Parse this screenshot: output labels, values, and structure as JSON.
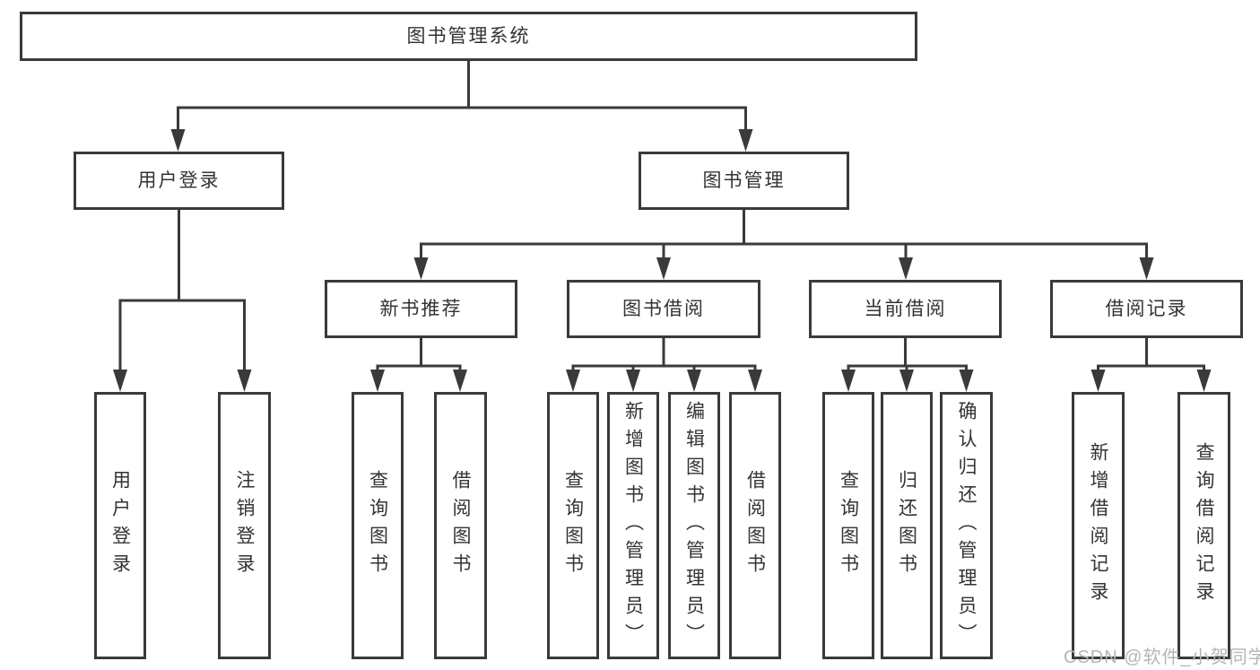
{
  "diagram": {
    "root_label": "图书管理系统",
    "level2": [
      "用户登录",
      "图书管理"
    ],
    "level3": [
      "新书推荐",
      "图书借阅",
      "当前借阅",
      "借阅记录"
    ],
    "leaves": {
      "user_login": [
        "用户登录",
        "注销登录"
      ],
      "new_book_recommend": [
        "查询图书",
        "借阅图书"
      ],
      "book_borrow": [
        "查询图书",
        "新增图书（管理员）",
        "编辑图书（管理员）",
        "借阅图书"
      ],
      "current_borrow": [
        "查询图书",
        "归还图书",
        "确认归还（管理员）"
      ],
      "borrow_record": [
        "新增借阅记录",
        "查询借阅记录"
      ]
    },
    "watermark": "CSDN @软件_小贺同学",
    "colors": {
      "line": "#3a3a3a",
      "text": "#333333",
      "watermark": "#b5b5b5",
      "background": "#ffffff"
    }
  }
}
